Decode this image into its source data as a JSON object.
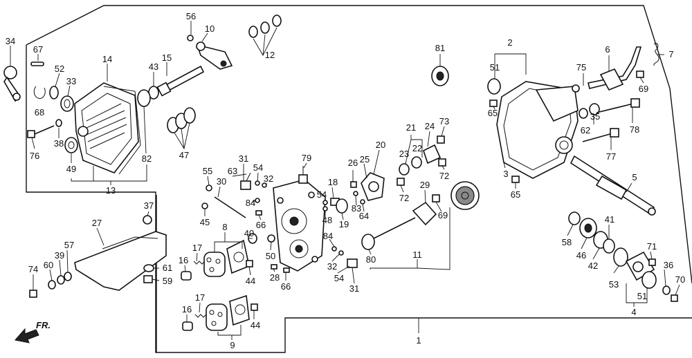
{
  "labels": {
    "l34": "34",
    "l67": "67",
    "l52": "52",
    "l33": "33",
    "l68": "68",
    "l14": "14",
    "l56": "56",
    "l10": "10",
    "l12": "12",
    "l43": "43",
    "l15": "15",
    "l47": "47",
    "l82": "82",
    "l38": "38",
    "l76": "76",
    "l49": "49",
    "l13": "13",
    "l81": "81",
    "l2": "2",
    "l51a": "51",
    "l65a": "65",
    "l6": "6",
    "l75": "75",
    "l69a": "69",
    "l7": "7",
    "l35": "35",
    "l62": "62",
    "l78": "78",
    "l77": "77",
    "l3": "3",
    "l65b": "65",
    "l5": "5",
    "l73": "73",
    "l21": "21",
    "l24": "24",
    "l23": "23",
    "l22": "22",
    "l72a": "72",
    "l72b": "72",
    "l20": "20",
    "l26": "26",
    "l25": "25",
    "l79": "79",
    "l54a": "54",
    "l18": "18",
    "l48": "48",
    "l19": "19",
    "l83": "83",
    "l64": "64",
    "l29": "29",
    "l69b": "69",
    "l31a": "31",
    "l63": "63",
    "l54b": "54",
    "l32a": "32",
    "l55": "55",
    "l30": "30",
    "l84a": "84",
    "l45": "45",
    "l66a": "66",
    "l37": "37",
    "l27": "27",
    "l8": "8",
    "l40": "40",
    "l50": "50",
    "l84b": "84",
    "l32b": "32",
    "l54c": "54",
    "l31b": "31",
    "l80": "80",
    "l11": "11",
    "l28": "28",
    "l66b": "66",
    "l44a": "44",
    "l17a": "17",
    "l16a": "16",
    "l16b": "16",
    "l17b": "17",
    "l44b": "44",
    "l9": "9",
    "l74": "74",
    "l60": "60",
    "l39": "39",
    "l57": "57",
    "l61": "61",
    "l59": "59",
    "l58": "58",
    "l46": "46",
    "l41": "41",
    "l42": "42",
    "l53": "53",
    "l71": "71",
    "l36": "36",
    "l70": "70",
    "l51b": "51",
    "l4": "4",
    "l1": "1"
  },
  "direction": {
    "front_label": "FR."
  }
}
